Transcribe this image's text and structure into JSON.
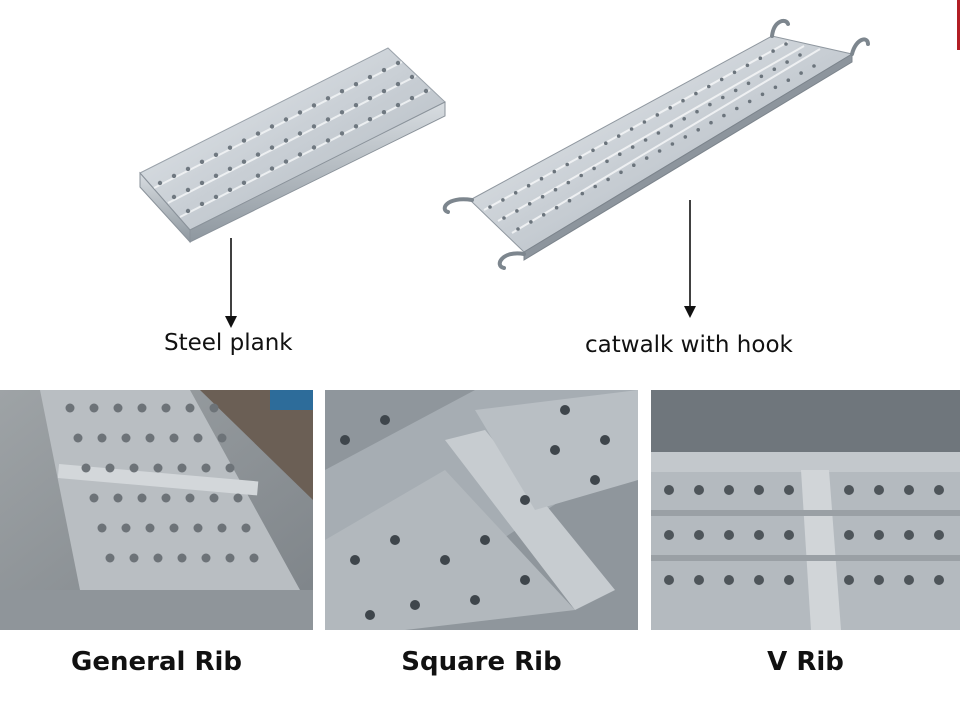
{
  "products": {
    "steel_plank": {
      "label": "Steel plank"
    },
    "catwalk": {
      "label": "catwalk with hook"
    }
  },
  "ribs": [
    {
      "label": "General Rib"
    },
    {
      "label": "Square Rib"
    },
    {
      "label": "V Rib"
    }
  ],
  "colors": {
    "accent": "#b21e24",
    "steel": "#c5cbd1"
  }
}
